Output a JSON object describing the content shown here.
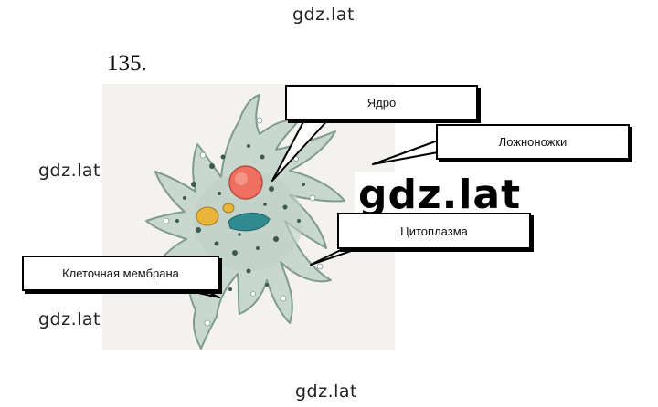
{
  "watermark": {
    "top": "gdz.lat",
    "left1": "gdz.lat",
    "left2": "gdz.lat",
    "bottom": "gdz.lat",
    "big": "gdz.lat"
  },
  "exercise_number": "135.",
  "labels": {
    "nucleus": "Ядро",
    "pseudopodia": "Ложноножки",
    "cytoplasm": "Цитоплазма",
    "membrane": "Клеточная мембрана"
  },
  "colors": {
    "cell_body": "#c9d8cf",
    "cell_outline": "#7f9a90",
    "nucleus": "#ef6f60",
    "vacuole_yellow": "#e8b43a",
    "vacuole_blue": "#2f8b8f",
    "granules": "#3c5a4a"
  }
}
